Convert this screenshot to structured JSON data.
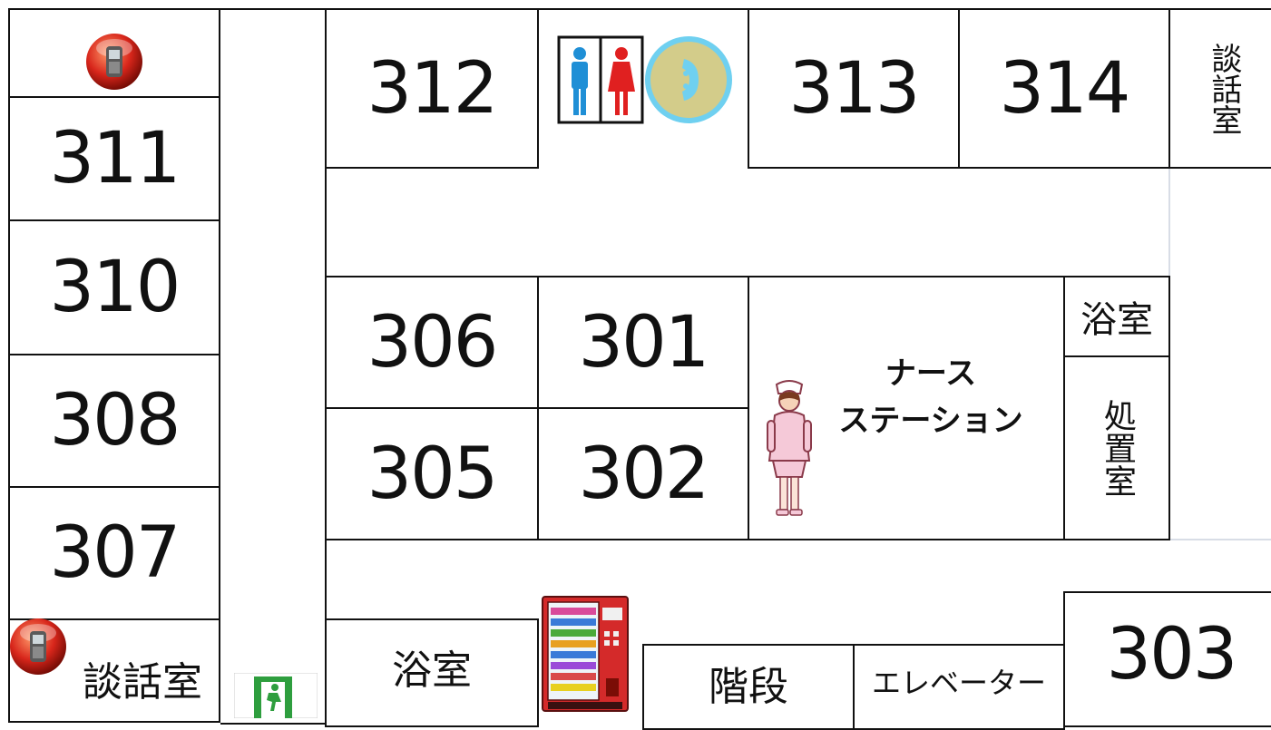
{
  "rooms": {
    "r311": "311",
    "r310": "310",
    "r308": "308",
    "r307": "307",
    "r312": "312",
    "r313": "313",
    "r314": "314",
    "r306": "306",
    "r301": "301",
    "r305": "305",
    "r302": "302",
    "r303": "303"
  },
  "labels": {
    "lounge_top_right": "談話室",
    "bath_right": "浴室",
    "treatment": "処置室",
    "nurse_station_line1": "ナース",
    "nurse_station_line2": "ステーション",
    "lounge_bottom_left": "談話室",
    "bath_bottom": "浴室",
    "stairs": "階段",
    "elevator": "エレベーター"
  },
  "icons": [
    "mobile-phone-icon",
    "restroom-icon",
    "telephone-icon",
    "nurse-icon",
    "vending-machine-icon",
    "emergency-exit-icon"
  ],
  "colors": {
    "line": "#111111",
    "phone_red": "#d8261b",
    "phone_ring": "#6fd0f0",
    "phone_fill": "#d3cc8a",
    "exit_green": "#2e9e3e",
    "nurse_pink": "#f5c9d8"
  }
}
